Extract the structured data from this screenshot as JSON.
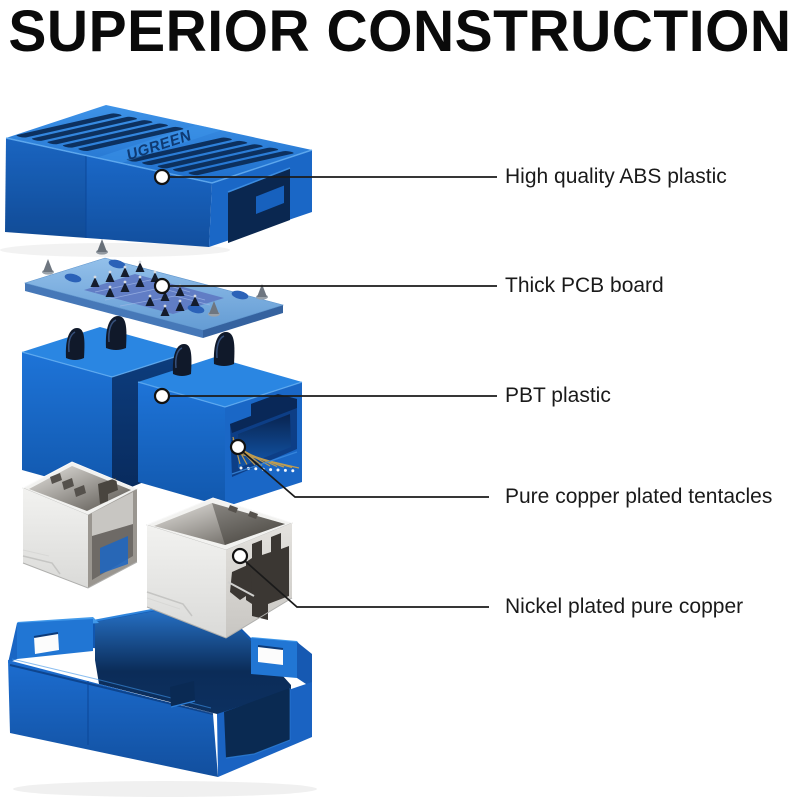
{
  "title": "SUPERIOR CONSTRUCTION",
  "product": {
    "brand": "UGREEN"
  },
  "callouts": [
    {
      "id": "abs",
      "label": "High quality ABS plastic"
    },
    {
      "id": "pcb",
      "label": "Thick PCB board"
    },
    {
      "id": "pbt",
      "label": "PBT plastic"
    },
    {
      "id": "tentacles",
      "label": "Pure copper plated tentacles"
    },
    {
      "id": "nickel",
      "label": "Nickel plated pure copper"
    }
  ],
  "colors": {
    "blue_top": "#2577D2",
    "blue_front": "#1A63C2",
    "blue_front_dark": "#15509E",
    "blue_navy": "#0A2A55",
    "pcb_blue": "#85B6E4",
    "metal_light": "#EFEFED",
    "metal_dark": "#55514C",
    "copper": "#C9A04A",
    "line": "#1a1a1a",
    "background": "#FFFFFF"
  }
}
